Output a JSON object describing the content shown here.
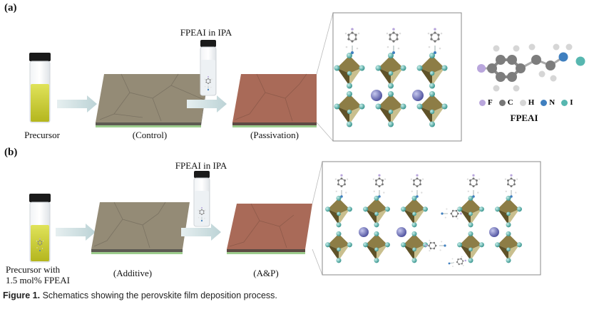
{
  "panel_a": {
    "label": "(a)",
    "vial_label": "FPEAI in IPA",
    "steps": [
      "Precursor",
      "(Control)",
      "(Passivation)"
    ],
    "molecule_label": "FPEAI",
    "legend": [
      {
        "symbol": "F",
        "color": "#b9a6dc"
      },
      {
        "symbol": "C",
        "color": "#777777"
      },
      {
        "symbol": "H",
        "color": "#d6d6d6"
      },
      {
        "symbol": "N",
        "color": "#3f7fbf"
      },
      {
        "symbol": "I",
        "color": "#57b7b0"
      }
    ]
  },
  "panel_b": {
    "label": "(b)",
    "vial_label": "FPEAI in IPA",
    "precursor_label_line1": "Precursor with",
    "precursor_label_line2": "1.5 mol% FPEAI",
    "steps": [
      "(Additive)",
      "(A&P)"
    ]
  },
  "caption": {
    "prefix": "Figure 1.",
    "text": "Schematics showing the perovskite film deposition process."
  },
  "colors": {
    "control_film": "#948b76",
    "passivated_film": "#a96a58",
    "octahedra": "#7a6a3a",
    "iodide": "#56b5ad",
    "cation": "#6f72b8"
  }
}
